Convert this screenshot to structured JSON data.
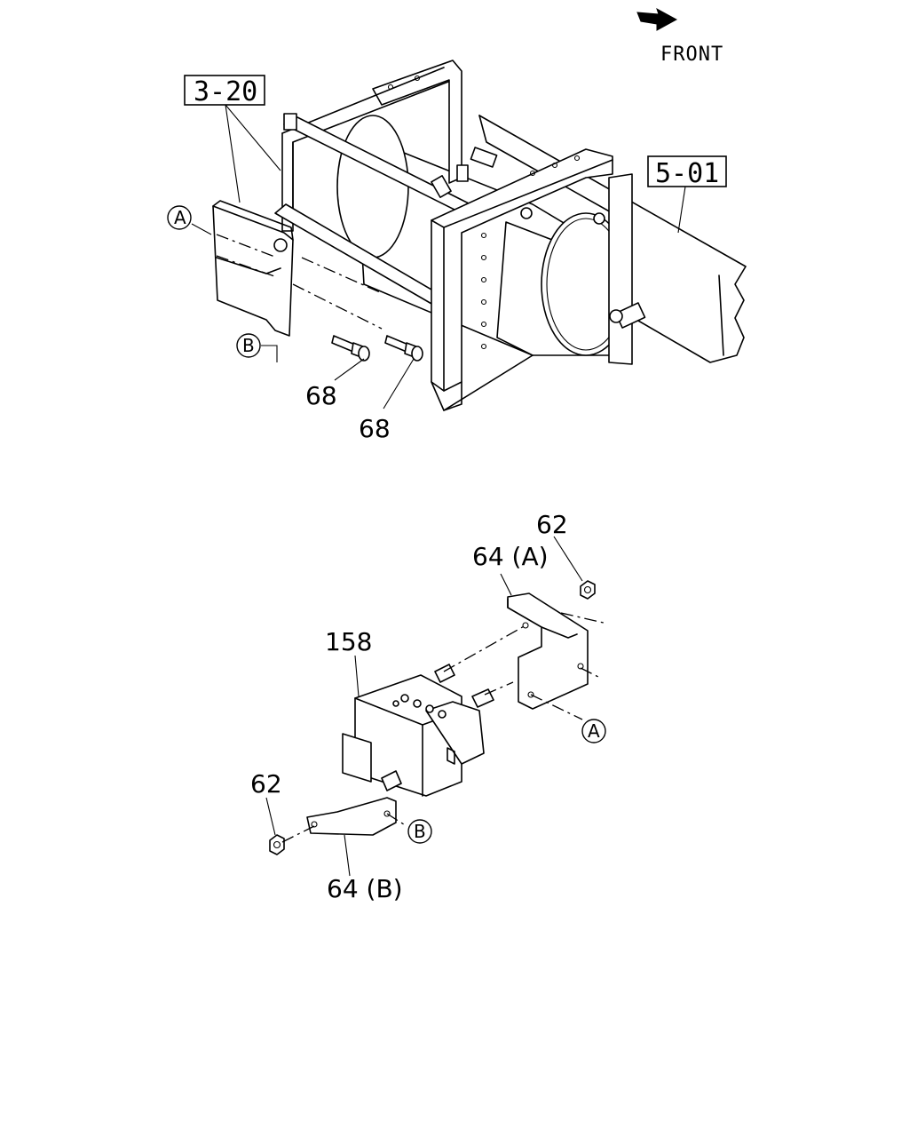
{
  "diagram": {
    "orientation_label": "FRONT",
    "reference_boxes": [
      {
        "id": "ref-3-20",
        "text": "3-20"
      },
      {
        "id": "ref-5-01",
        "text": "5-01"
      }
    ],
    "callouts": {
      "bolt_left": "68",
      "bolt_right": "68",
      "nut_top": "62",
      "nut_bottom": "62",
      "bracket_a": "64 (A)",
      "bracket_b": "64 (B)",
      "valve_unit": "158"
    },
    "circle_markers": {
      "a_upper": "A",
      "b_upper": "B",
      "a_lower": "A",
      "b_lower": "B"
    },
    "icons": [
      "front-arrow-icon"
    ],
    "colors": {
      "line": "#000000",
      "background": "#ffffff"
    }
  }
}
